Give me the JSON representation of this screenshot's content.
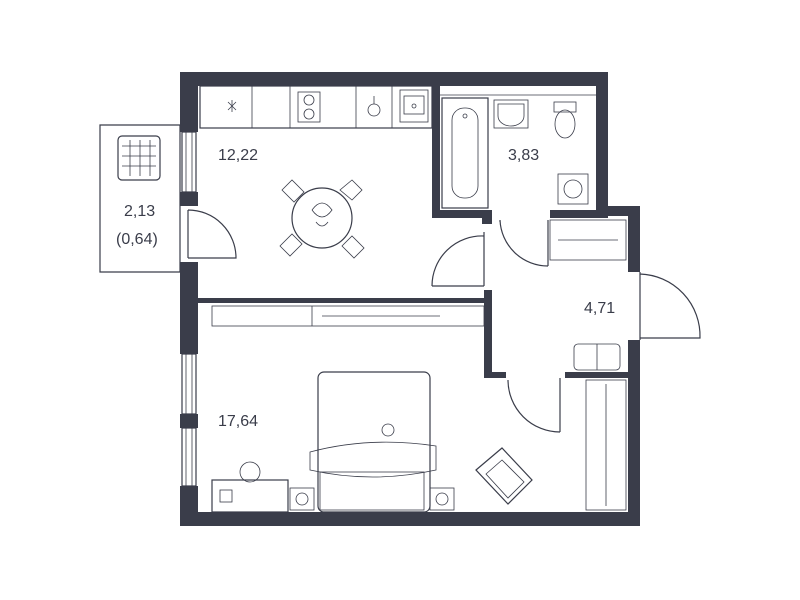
{
  "rooms": {
    "kitchen": {
      "area": "12,22"
    },
    "bathroom": {
      "area": "3,83"
    },
    "balcony": {
      "area": "2,13",
      "area_reduced": "(0,64)"
    },
    "hall": {
      "area": "4,71"
    },
    "living": {
      "area": "17,64"
    }
  },
  "colors": {
    "wall": "#3a3d4a",
    "background": "#ffffff"
  },
  "icons": {
    "balcony": "laundry-basket-icon",
    "kitchen": [
      "stove-icon",
      "sink-icon",
      "dining-table-icon"
    ],
    "bathroom": [
      "bathtub-icon",
      "washbasin-icon",
      "toilet-icon",
      "washing-machine-icon"
    ],
    "living": [
      "bed-icon",
      "armchair-icon",
      "desk-icon"
    ]
  }
}
